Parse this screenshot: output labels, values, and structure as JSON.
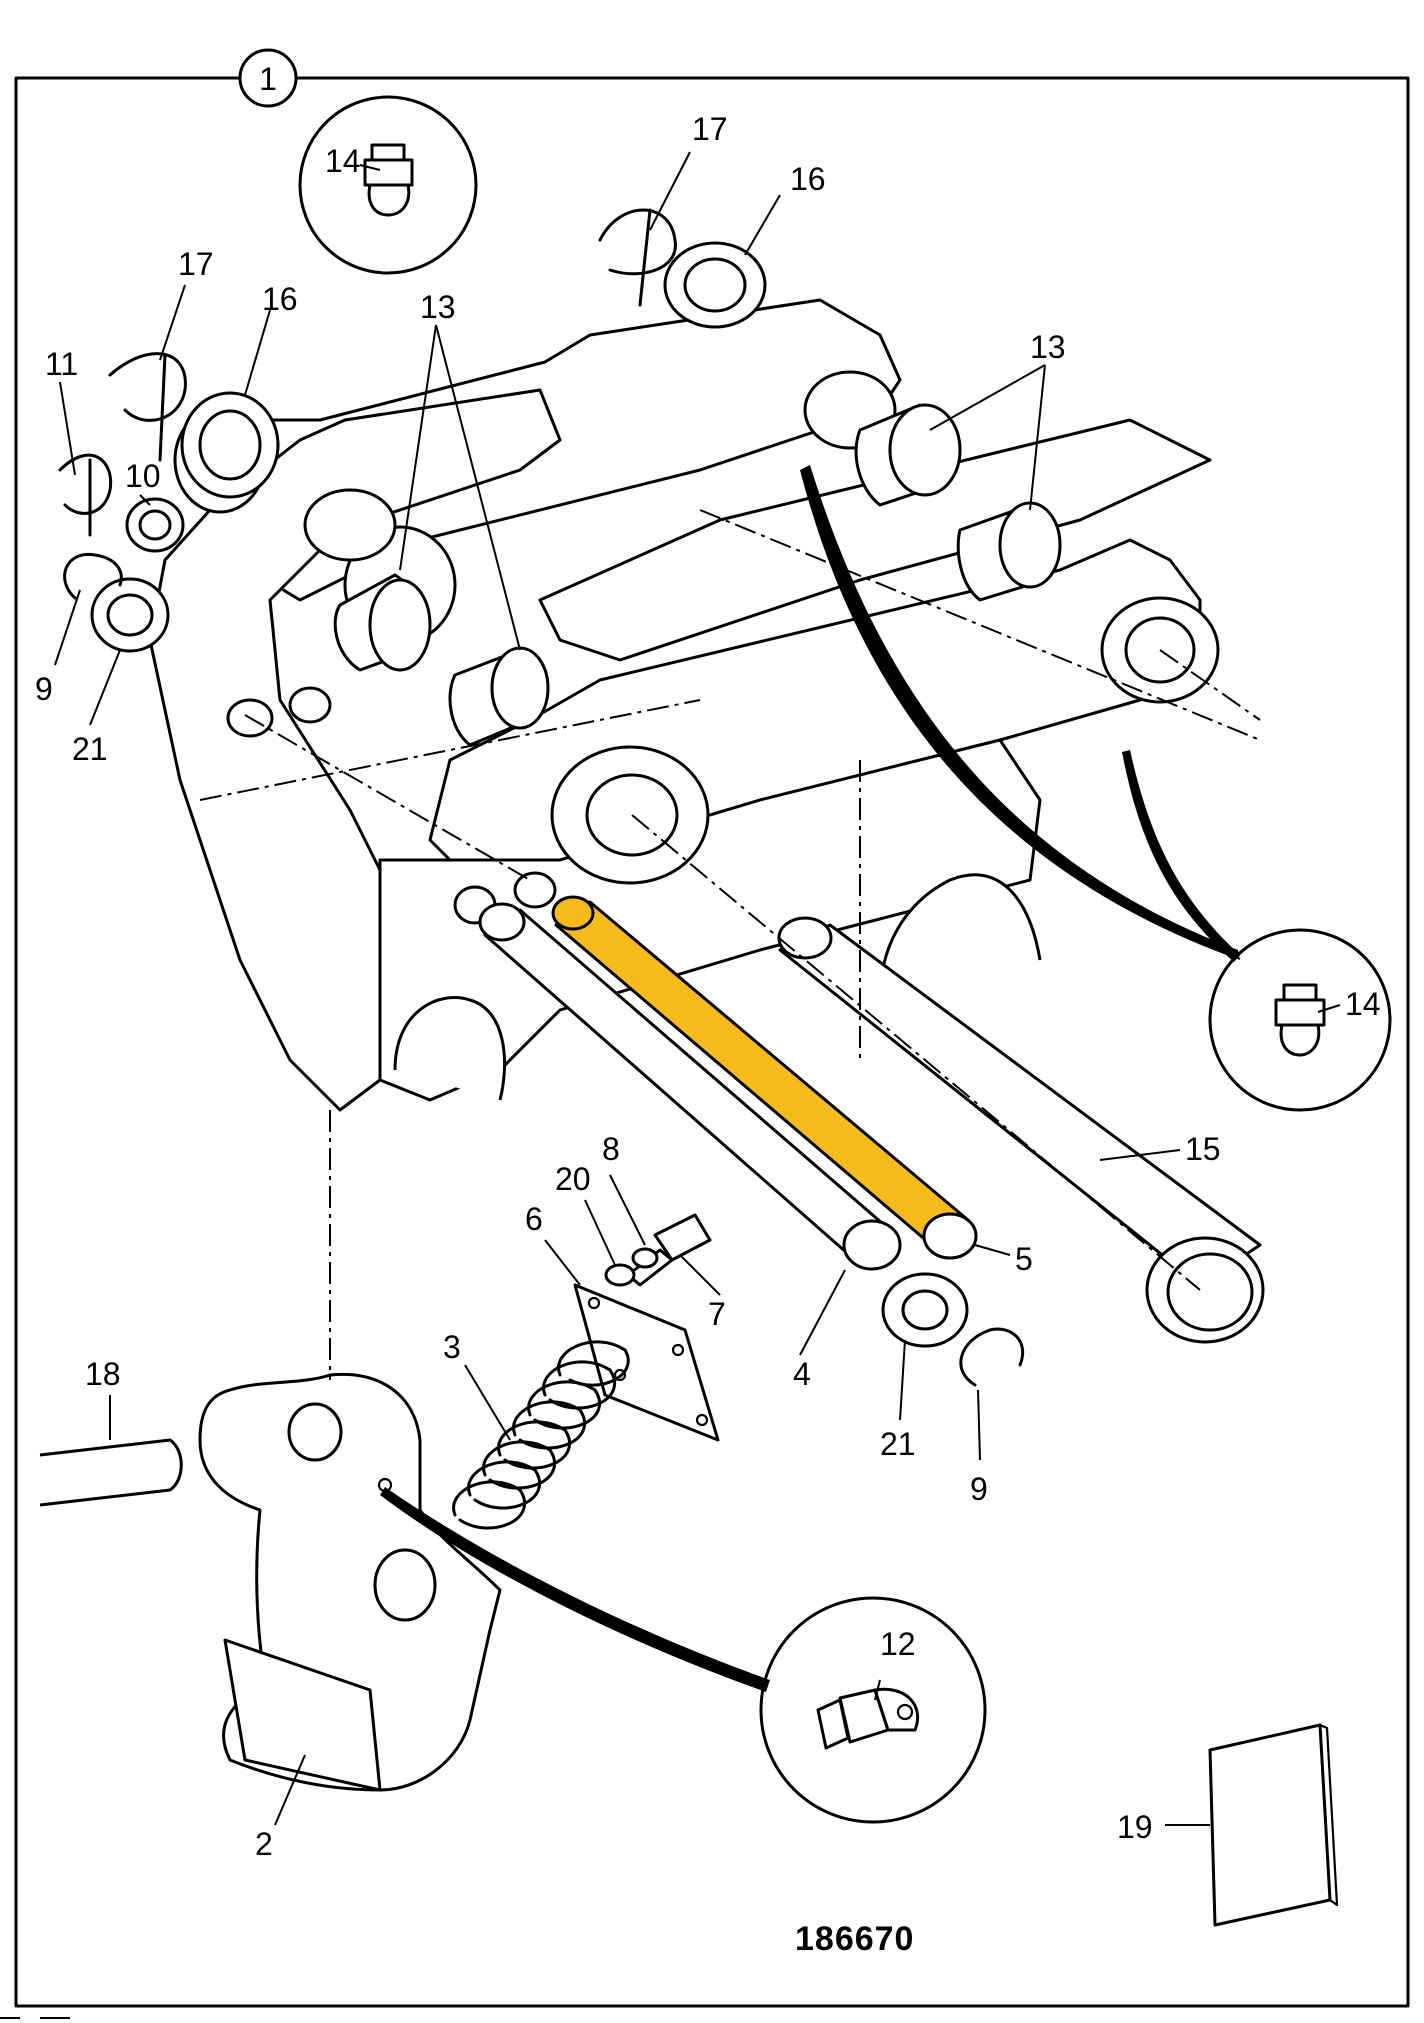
{
  "diagram": {
    "figure_number": "1",
    "reference_number": "186670",
    "highlight_color": "#f5bb1a",
    "highlighted_part": "5",
    "callouts": {
      "c2": "2",
      "c3": "3",
      "c4": "4",
      "c5": "5",
      "c6": "6",
      "c7": "7",
      "c8": "8",
      "c9a": "9",
      "c9b": "9",
      "c10": "10",
      "c11": "11",
      "c12": "12",
      "c13a": "13",
      "c13b": "13",
      "c14a": "14",
      "c14b": "14",
      "c15": "15",
      "c16a": "16",
      "c16b": "16",
      "c17a": "17",
      "c17b": "17",
      "c18": "18",
      "c19": "19",
      "c20": "20",
      "c21a": "21",
      "c21b": "21"
    }
  }
}
